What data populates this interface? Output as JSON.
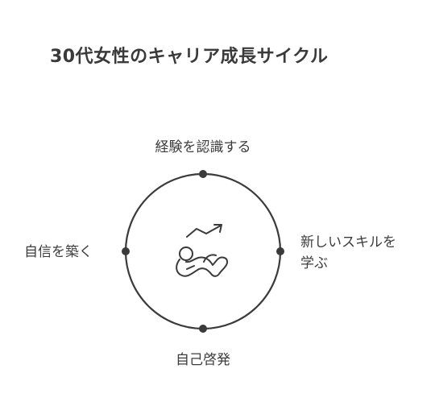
{
  "title": "30代女性のキャリア成長サイクル",
  "cycle": {
    "top": "経験を認識する",
    "right_line1": "新しいスキルを",
    "right_line2": "学ぶ",
    "left": "自信を築く",
    "bottom": "自己啓発"
  },
  "center_icon": "person-lying-growth-icon",
  "colors": {
    "stroke": "#3a3a3a",
    "text": "#3c3c3c"
  }
}
